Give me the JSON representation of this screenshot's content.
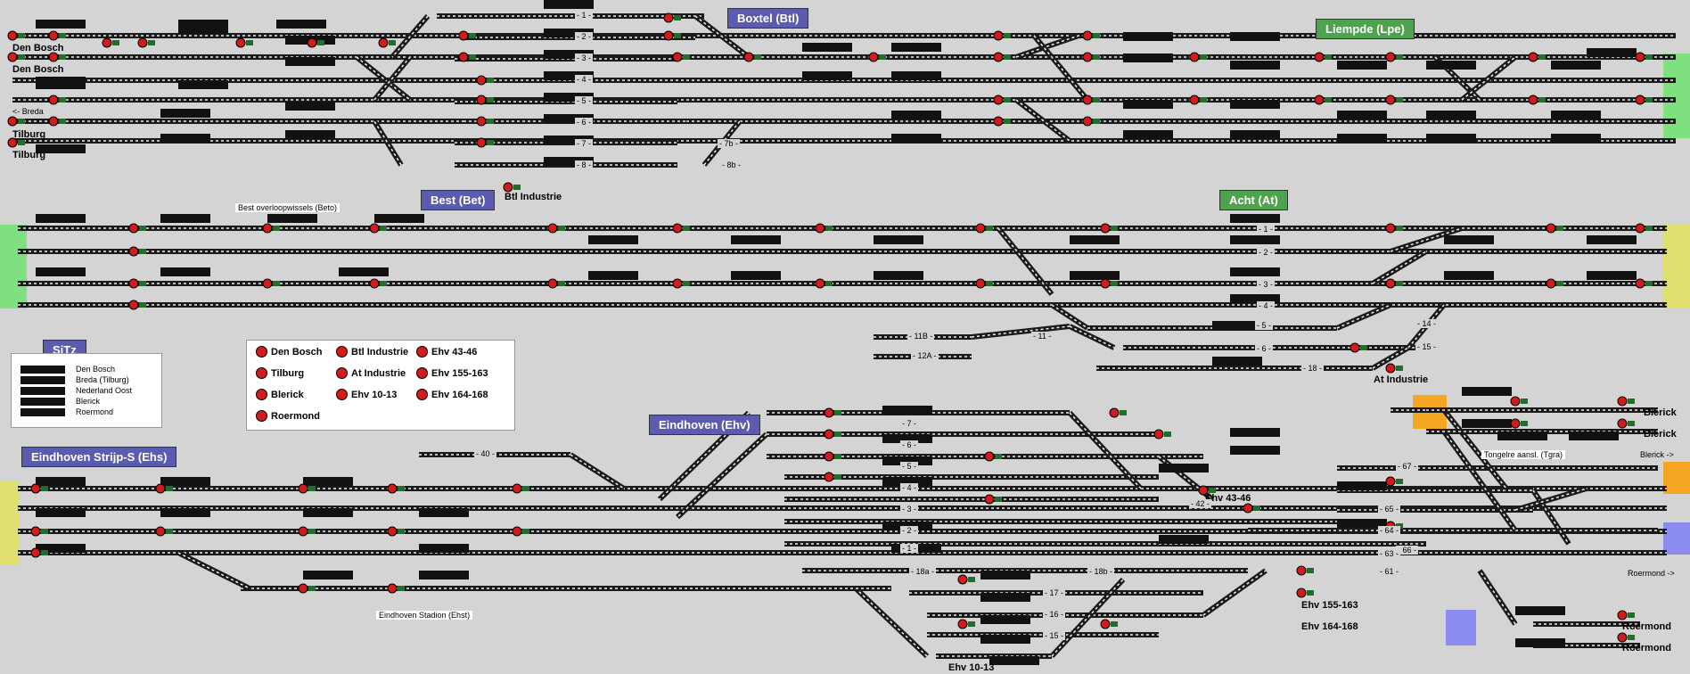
{
  "stations": {
    "boxtel": "Boxtel (Btl)",
    "liempde": "Liempde (Lpe)",
    "best": "Best (Bet)",
    "acht": "Acht (At)",
    "eindhoven": "Eindhoven (Ehv)",
    "strijp": "Eindhoven Strijp-S (Ehs)",
    "sitz": "SiTz"
  },
  "endpoints": {
    "den_bosch_1": "Den Bosch",
    "den_bosch_2": "Den Bosch",
    "breda": "<- Breda",
    "tilburg_1": "Tilburg",
    "tilburg_2": "Tilburg",
    "btl_industrie": "Btl Industrie",
    "at_industrie": "At Industrie",
    "blerick_1": "Blerick",
    "blerick_2": "Blerick",
    "blerick_arrow": "Blerick ->",
    "roermond_arrow": "Roermond ->",
    "roermond_1": "Roermond",
    "roermond_2": "Roermond",
    "ehv_43_46": "Ehv 43-46",
    "ehv_155_163": "Ehv 155-163",
    "ehv_164_168": "Ehv 164-168",
    "ehv_10_13": "Ehv 10-13"
  },
  "sublabels": {
    "best_overloop": "Best overloopwissels (Beto)",
    "ehst": "Eindhoven Stadion (Ehst)",
    "tongelre": "Tongelre aansl. (Tgra)"
  },
  "track_numbers": [
    "1",
    "2",
    "3",
    "4",
    "5",
    "6",
    "7",
    "8",
    "7b",
    "8b",
    "1",
    "2",
    "3",
    "4",
    "5",
    "6",
    "11B",
    "11",
    "12A",
    "14",
    "15",
    "18",
    "40",
    "7",
    "6",
    "5",
    "4",
    "3",
    "2",
    "1",
    "18a",
    "18b",
    "17",
    "16",
    "15",
    "42",
    "64",
    "66",
    "65",
    "67",
    "63",
    "61"
  ],
  "legend_sitz": [
    "Den Bosch",
    "Breda (Tilburg)",
    "Nederland Oost",
    "Blerick",
    "Roermond"
  ],
  "legend_signals": [
    "Den Bosch",
    "Btl Industrie",
    "Ehv 43-46",
    "Tilburg",
    "At Industrie",
    "Ehv 155-163",
    "Blerick",
    "Ehv 10-13",
    "Ehv 164-168",
    "Roermond"
  ],
  "colors": {
    "background": "#d4d4d4",
    "track": "#1a1a1a",
    "signal": "#d01c1c",
    "station_blue": "#5b5bb0",
    "station_green": "#4fa34f",
    "edge_green": "#7ee07e",
    "edge_yellow": "#e0e070",
    "edge_orange": "#f5a623",
    "edge_purple": "#8c8cf0"
  }
}
